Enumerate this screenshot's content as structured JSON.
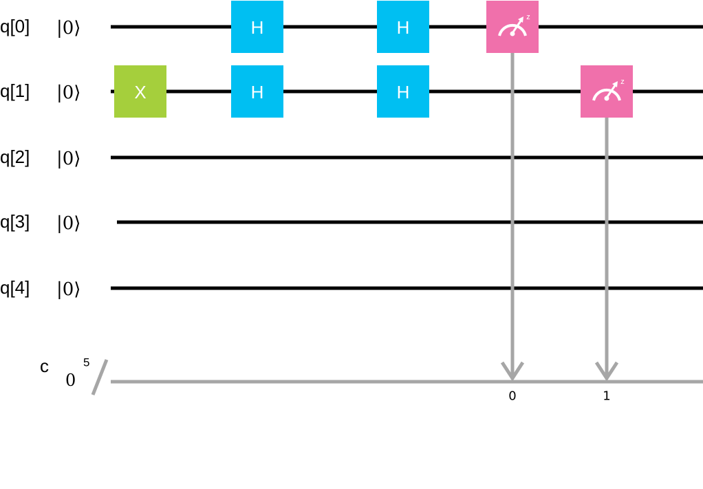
{
  "circuit": {
    "qubits": [
      {
        "label": "q[0]",
        "init": "|0⟩"
      },
      {
        "label": "q[1]",
        "init": "|0⟩"
      },
      {
        "label": "q[2]",
        "init": "|0⟩"
      },
      {
        "label": "q[3]",
        "init": "|0⟩"
      },
      {
        "label": "q[4]",
        "init": "|0⟩"
      }
    ],
    "classical_register": {
      "label": "c",
      "init": "0",
      "size": "5"
    },
    "gates": [
      {
        "type": "X",
        "label": "X",
        "qubit": 1,
        "column": 0
      },
      {
        "type": "H",
        "label": "H",
        "qubit": 0,
        "column": 1
      },
      {
        "type": "H",
        "label": "H",
        "qubit": 1,
        "column": 1
      },
      {
        "type": "H",
        "label": "H",
        "qubit": 0,
        "column": 2
      },
      {
        "type": "H",
        "label": "H",
        "qubit": 1,
        "column": 2
      },
      {
        "type": "measure",
        "qubit": 0,
        "column": 3,
        "bit": "0",
        "basis": "z"
      },
      {
        "type": "measure",
        "qubit": 1,
        "column": 4,
        "bit": "1",
        "basis": "z"
      }
    ],
    "colors": {
      "X": "#a5cf3c",
      "H": "#00bff2",
      "measure": "#f070ab",
      "wire": "#000000",
      "classical_wire": "#a6a6a6"
    }
  }
}
